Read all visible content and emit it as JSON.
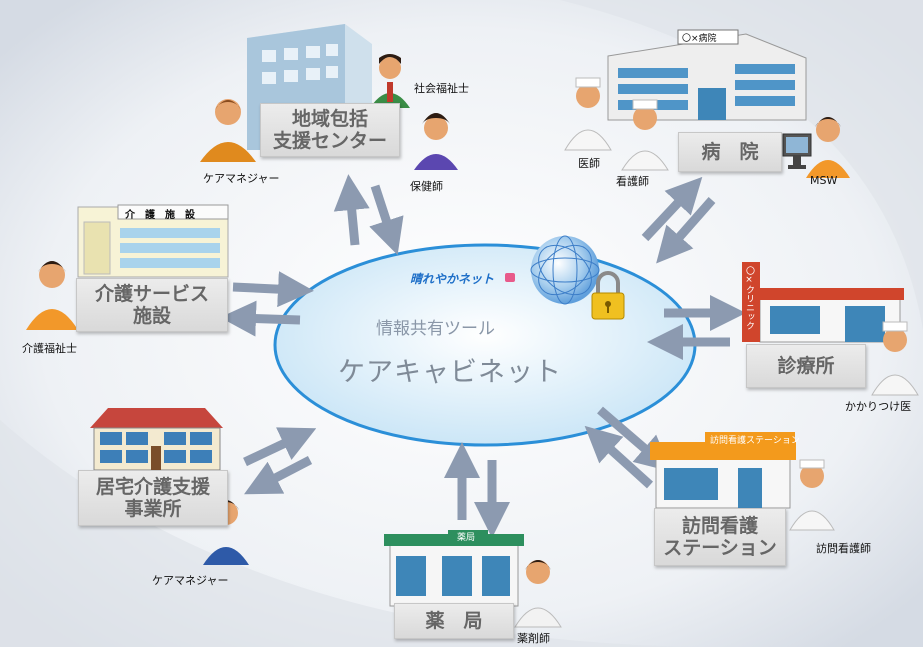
{
  "center": {
    "brand": "晴れやかネット",
    "subtitle": "情報共有ツール",
    "title": "ケアキャビネット"
  },
  "facilities": {
    "houkatsu": "地域包括\n支援センター",
    "kaigo": "介護サービス\n施設",
    "kyotaku": "居宅介護支援\n事業所",
    "yakkyoku": "薬　局",
    "houmon": "訪問看護\nステーション",
    "shinryo": "診療所",
    "byouin": "病　院"
  },
  "signs": {
    "kaigo_building": "介　護　施　設",
    "hospital": "〇×病院",
    "clinic": "〇×クリニック",
    "pharmacy": "薬局",
    "station": "訪問看護ステーション"
  },
  "roles": {
    "shakai_fukushi": "社会福祉士",
    "caremanager_top": "ケアマネジャー",
    "hokenshi": "保健師",
    "kaigo_fukushi": "介護福祉士",
    "caremanager_bottom": "ケアマネジャー",
    "yakuzaishi": "薬剤師",
    "houmon_kangoshi": "訪問看護師",
    "kakaritsuke": "かかりつけ医",
    "ishi": "医師",
    "kangoshi": "看護師",
    "msw": "MSW"
  },
  "colors": {
    "ellipse_fill": "#cfe8f8",
    "ellipse_border": "#2b8fd8",
    "arrow": "#8c9ab0",
    "box": "#e3e3e3"
  }
}
